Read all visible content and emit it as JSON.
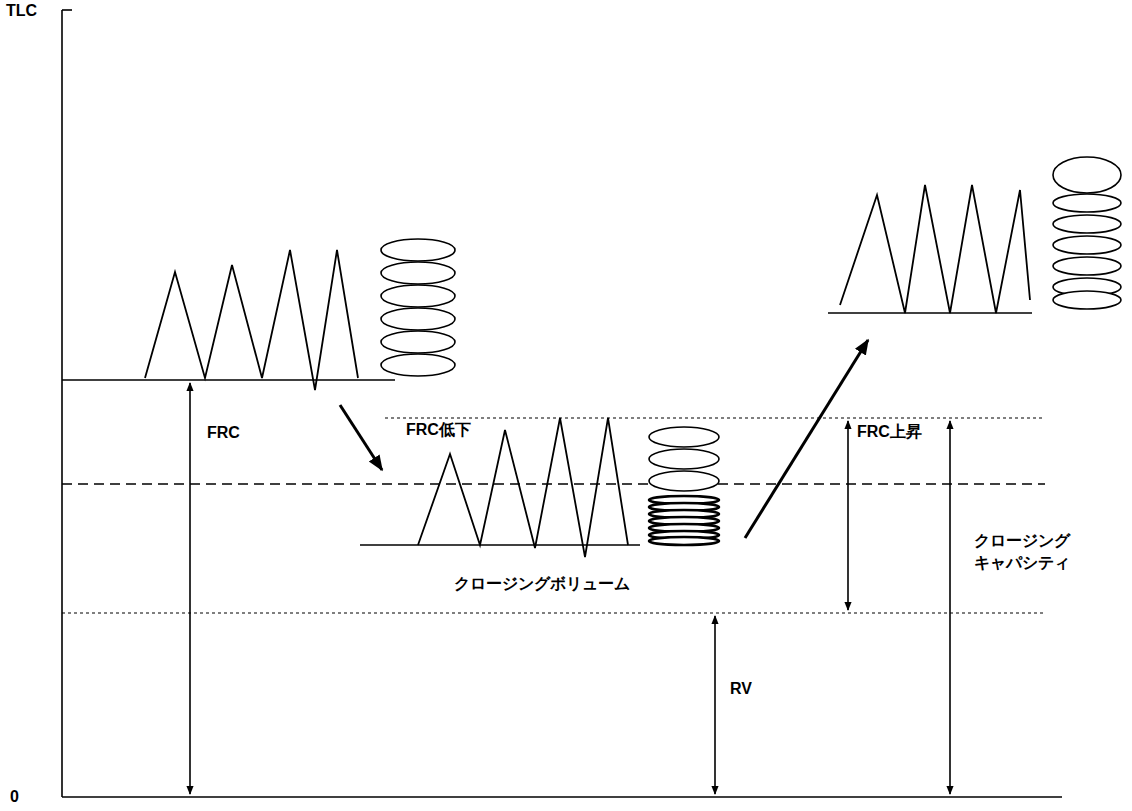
{
  "diagram": {
    "labels": [
      "TLC",
      "0",
      "FRC",
      "FRC低下",
      "FRC上昇",
      "クロージングボリューム",
      "RV",
      "クロージング キャパシティ"
    ]
  }
}
